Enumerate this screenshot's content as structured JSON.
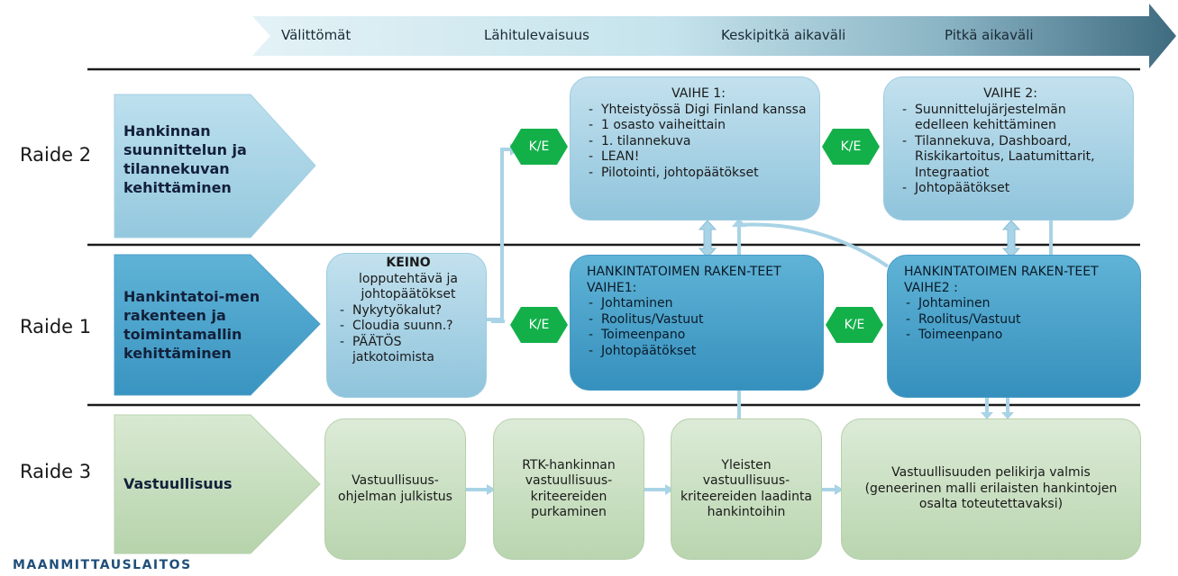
{
  "timeline": {
    "labels": [
      "Välittömät",
      "Lähitulevaisuus",
      "Keskipitkä aikaväli",
      "Pitkä aikaväli"
    ]
  },
  "rows": {
    "raide2": {
      "row_label": "Raide 2",
      "pentagon_label": "Hankinnan suunnittelun ja tilannekuvan kehittäminen"
    },
    "raide1": {
      "row_label": "Raide 1",
      "pentagon_label": "Hankintatoi-men rakenteen ja toimintamallin kehittäminen"
    },
    "raide3": {
      "row_label": "Raide 3",
      "pentagon_label": "Vastuullisuus"
    }
  },
  "boxes": {
    "vaihe1": {
      "title": "VAIHE 1:",
      "items": [
        "Yhteistyössä Digi Finland kanssa",
        "1 osasto vaiheittain",
        "1. tilannekuva",
        "LEAN!",
        "Pilotointi, johtopäätökset"
      ]
    },
    "vaihe2": {
      "title": "VAIHE 2:",
      "items": [
        "Suunnittelujärjestelmän edelleen kehittäminen",
        "Tilannekuva, Dashboard, Riskikartoitus, Laatumittarit, Integraatiot",
        "Johtopäätökset"
      ]
    },
    "keino": {
      "title": "KEINO",
      "subtitle": "lopputehtävä ja johtopäätökset",
      "items": [
        "Nykytyökalut?",
        "Cloudia suunn.?",
        "PÄÄTÖS jatkotoimista"
      ]
    },
    "rakenteet1": {
      "title": "HANKINTATOIMEN RAKEN-TEET VAIHE1:",
      "items": [
        "Johtaminen",
        "Roolitus/Vastuut",
        "Toimeenpano",
        "Johtopäätökset"
      ]
    },
    "rakenteet2": {
      "title": "HANKINTATOIMEN RAKEN-TEET VAIHE2 :",
      "items": [
        "Johtaminen",
        "Roolitus/Vastuut",
        "Toimeenpano"
      ]
    },
    "green1": "Vastuullisuus-ohjelman julkistus",
    "green2": "RTK-hankinnan vastuullisuus-kriteereiden purkaminen",
    "green3": "Yleisten vastuullisuus-kriteereiden laadinta hankintoihin",
    "green4": "Vastuullisuuden pelikirja valmis (geneerinen malli erilaisten hankintojen osalta toteutettavaksi)"
  },
  "hexagons": [
    "K/E",
    "K/E",
    "K/E",
    "K/E"
  ],
  "logo": "MAANMITTAUSLAITOS",
  "colors": {
    "hex_green": "#13b04a",
    "arrow_light": "#a9d3e6",
    "timeline_start": "#dff0f5",
    "timeline_end": "#3f6b80",
    "light_blue": "#a8d3e7",
    "mid_blue": "#4aa3cd",
    "light_green": "#c8e0c0",
    "logo_blue": "#1f4f7a"
  }
}
